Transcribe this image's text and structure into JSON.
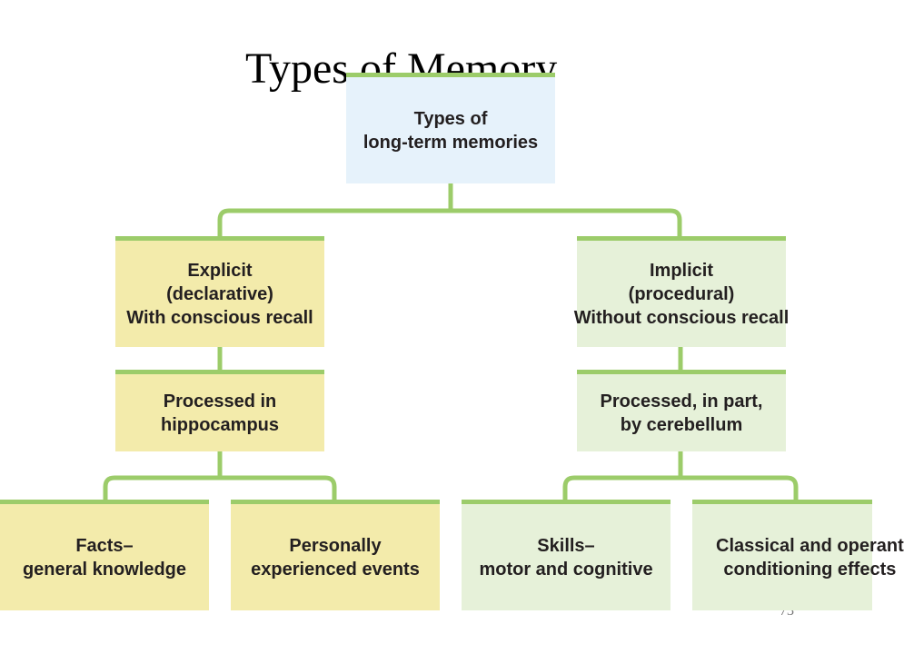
{
  "slide": {
    "title": "Types of Memory",
    "page_number": "73"
  },
  "diagram": {
    "root": {
      "line1": "Types of",
      "line2": "long-term memories"
    },
    "explicit": {
      "line1": "Explicit",
      "line2": "(declarative)",
      "line3": "With conscious recall"
    },
    "explicit_process": {
      "line1": "Processed in",
      "line2": "hippocampus"
    },
    "implicit": {
      "line1": "Implicit",
      "line2": "(procedural)",
      "line3": "Without conscious recall"
    },
    "implicit_process": {
      "line1": "Processed, in part,",
      "line2": "by cerebellum"
    },
    "leaves": {
      "facts": {
        "line1": "Facts–",
        "line2": "general knowledge"
      },
      "events": {
        "line1": "Personally",
        "line2": "experienced events"
      },
      "skills": {
        "line1": "Skills–",
        "line2": "motor and cognitive"
      },
      "conditioning": {
        "line1": "Classical and operant",
        "line2": "conditioning effects"
      }
    }
  },
  "colors": {
    "root_fill": "#e6f2fb",
    "explicit_fill": "#f3ebab",
    "implicit_fill": "#e6f1d9",
    "accent_line": "#9ccc6a"
  }
}
